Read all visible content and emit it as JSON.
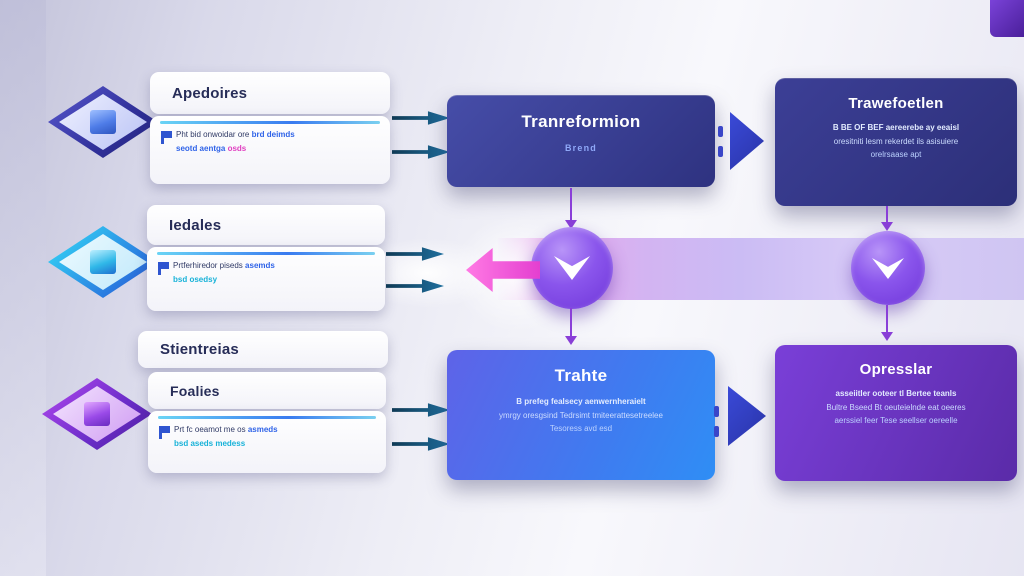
{
  "colors": {
    "accent_blue": "#2f63e8",
    "cyan": "#17b2d8",
    "magenta": "#e43fd0",
    "indigo_box": "#343a8c",
    "purple_node": "#7a3fe0"
  },
  "left_rows": [
    {
      "title": "Apedoires",
      "line1a": "Pht bid onwoidar ore",
      "line1b": "brd deimds",
      "line2a": "seotd aentga",
      "line2b": "osds"
    },
    {
      "title": "Iedales",
      "line1a": "Prtferhiredor piseds",
      "line1b": "asemds",
      "line2a": "bsd osedsy"
    },
    {
      "section_title": "Stientreias",
      "title": "Foalies",
      "line1a": "Prt fc oeamot me os",
      "line1b": "asmeds",
      "line2a": "bsd aseds medess"
    }
  ],
  "center_top": {
    "title": "Tranreformion",
    "subtitle": "Brend"
  },
  "center_bottom": {
    "title": "Trahte",
    "line1": "B prefeg fealsecy aenwernheraielt",
    "line2": "ymrgy oresgsind Tedrsimt tmiteerattesetreelee",
    "line3": "Tesoress avd esd"
  },
  "right_top": {
    "title": "Trawefoetlen",
    "line1": "B BE OF BEF aereerebe ay eeaisl",
    "line2": "oresitniti lesm rekerdet ils asisuiere",
    "line3": "orelrsaase apt"
  },
  "right_bottom": {
    "title": "Opresslar",
    "line1": "asseiitler ooteer tl Bertee teanls",
    "line2": "Bultre Bseed Bt oeuteielnde eat oeeres",
    "line3": "aerssiel feer Tese seellser oereelle"
  }
}
